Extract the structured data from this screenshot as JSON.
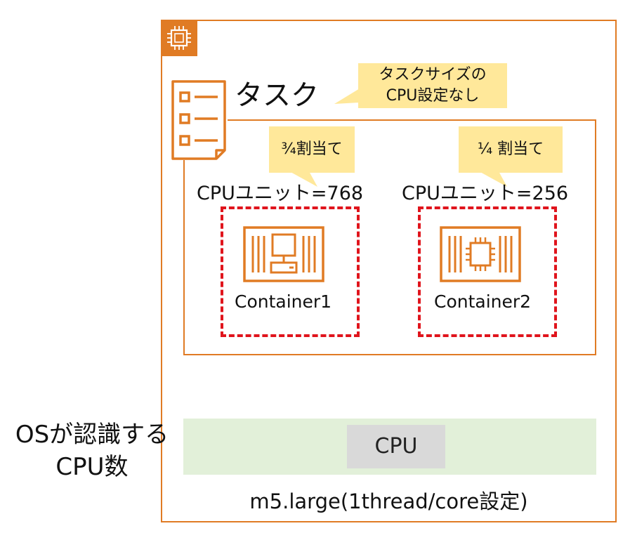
{
  "task": {
    "label": "タスク",
    "callout_line1": "タスクサイズの",
    "callout_line2": "CPU設定なし"
  },
  "containers": [
    {
      "allocation": "¾割当て",
      "cpu_unit": "CPUユニット=768",
      "name": "Container1"
    },
    {
      "allocation": "¼ 割当て",
      "cpu_unit": "CPUユニット=256",
      "name": "Container2"
    }
  ],
  "os_cpu": {
    "line1": "OSが認識する",
    "line2": "CPU数"
  },
  "cpu_label": "CPU",
  "instance_label": "m5.large(1thread/core設定)",
  "colors": {
    "aws_orange": "#e07b24",
    "callout_yellow": "#ffe89a",
    "dashed_red": "#e0141c",
    "cpu_band_green": "#e2f0d9",
    "cpu_chip_gray": "#d9d9d9"
  },
  "icons": [
    "ec2-chip-icon",
    "task-list-icon",
    "container-desktop-icon",
    "container-chip-icon"
  ]
}
